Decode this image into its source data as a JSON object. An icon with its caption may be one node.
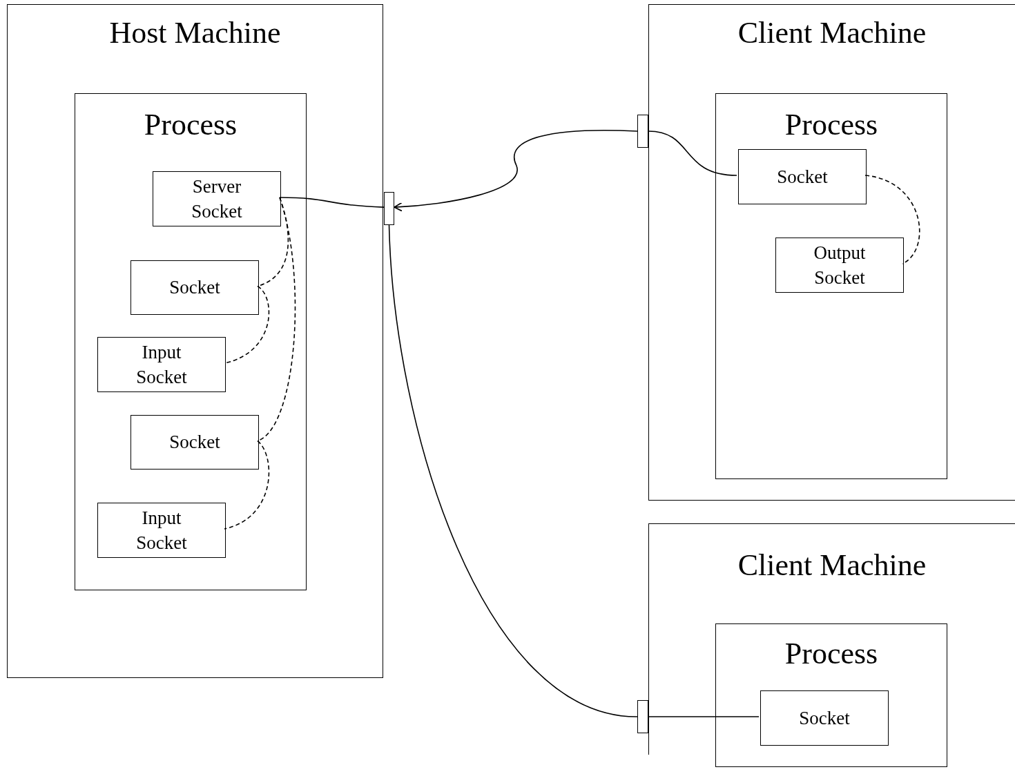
{
  "diagram": {
    "nodes": [
      {
        "text": [
          "Host Machine"
        ]
      },
      {
        "text": [
          "Process"
        ],
        "in": 0
      },
      {
        "text": [
          "Server Socket"
        ],
        "in": 1
      },
      {
        "text": [
          "Socket"
        ],
        "in": 1
      },
      {
        "text": [
          "Input Socket"
        ],
        "in": 1
      },
      {
        "text": [
          "Socket"
        ],
        "in": 1
      },
      {
        "text": [
          "Input Socket"
        ],
        "in": 1
      },
      {
        "text": [],
        "shape": "box"
      },
      {
        "text": [
          "Client Machine"
        ]
      },
      {
        "text": [
          "Process"
        ],
        "in": 8
      },
      {
        "text": [
          "Socket"
        ],
        "in": 9
      },
      {
        "text": [
          "Output Socket"
        ],
        "in": 9
      },
      {
        "text": [],
        "shape": "box"
      },
      {
        "text": [
          "Client Machine"
        ]
      },
      {
        "text": [
          "Process"
        ],
        "in": 13
      },
      {
        "text": [
          "Socket"
        ],
        "in": 14
      },
      {
        "text": [],
        "shape": "box"
      }
    ],
    "edges": [
      {
        "from": 2,
        "to": 7,
        "arrow": "none"
      },
      {
        "from": 12,
        "to": 7,
        "arrow": "to"
      },
      {
        "from": 12,
        "to": 10,
        "arrow": "none"
      },
      {
        "from": 7,
        "to": 16,
        "arrow": "none"
      },
      {
        "from": 16,
        "to": 15,
        "arrow": "none"
      },
      {
        "from": 2,
        "to": 3,
        "arrow": "none",
        "style": "dashed"
      },
      {
        "from": 3,
        "to": 4,
        "arrow": "none",
        "style": "dashed"
      },
      {
        "from": 2,
        "to": 5,
        "arrow": "none",
        "style": "dashed"
      },
      {
        "from": 5,
        "to": 6,
        "arrow": "none",
        "style": "dashed"
      },
      {
        "from": 10,
        "to": 11,
        "arrow": "none",
        "style": "dashed"
      }
    ]
  }
}
